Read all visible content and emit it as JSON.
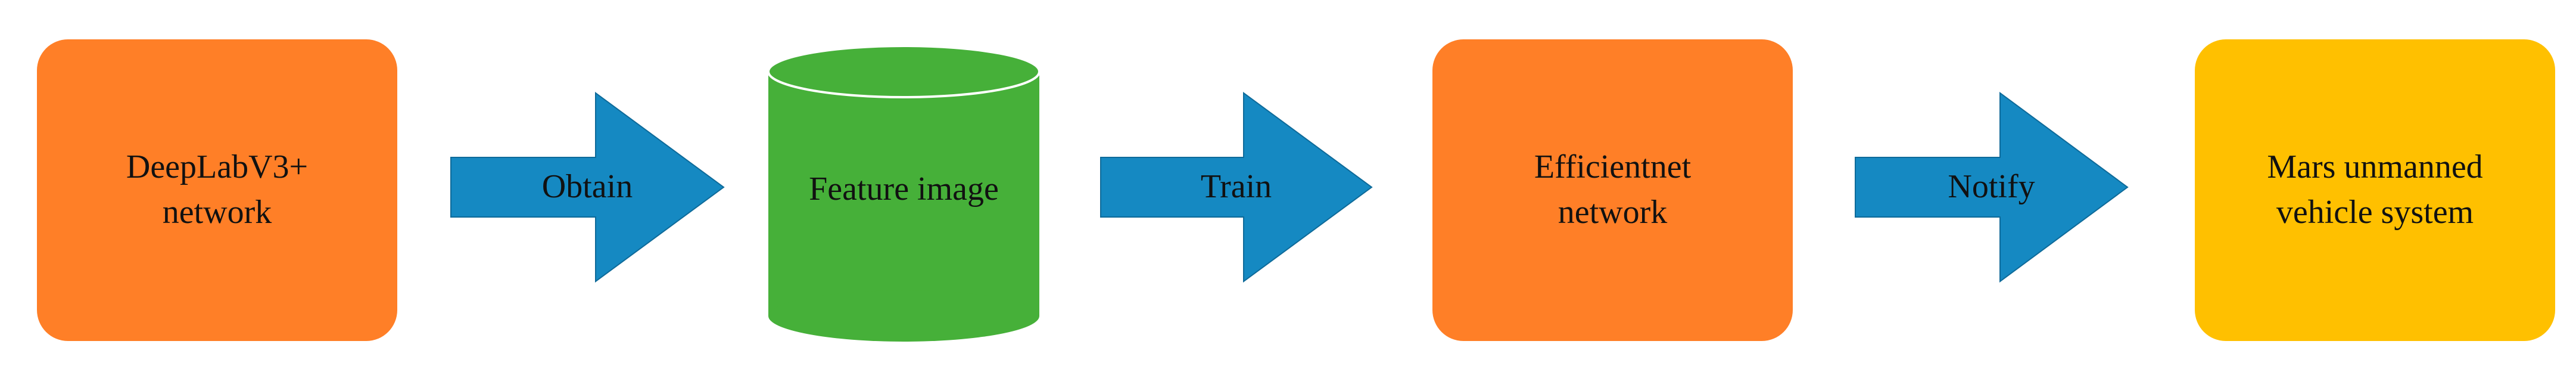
{
  "colors": {
    "orange": "#FF7F27",
    "green": "#46B039",
    "yellow": "#FFC000",
    "arrow_blue": "#1589C2",
    "arrow_stroke": "#0E6A99"
  },
  "nodes": [
    {
      "id": "deeplab",
      "shape": "rounded-rect",
      "color": "orange",
      "label": "DeepLabV3+\nnetwork"
    },
    {
      "id": "feature",
      "shape": "cylinder",
      "color": "green",
      "label": "Feature image"
    },
    {
      "id": "efficientnet",
      "shape": "rounded-rect",
      "color": "orange",
      "label": "Efficientnet\nnetwork"
    },
    {
      "id": "mars",
      "shape": "rounded-rect",
      "color": "yellow",
      "label": "Mars unmanned\nvehicle system"
    }
  ],
  "edges": [
    {
      "from": "deeplab",
      "to": "feature",
      "label": "Obtain"
    },
    {
      "from": "feature",
      "to": "efficientnet",
      "label": "Train"
    },
    {
      "from": "efficientnet",
      "to": "mars",
      "label": "Notify"
    }
  ]
}
